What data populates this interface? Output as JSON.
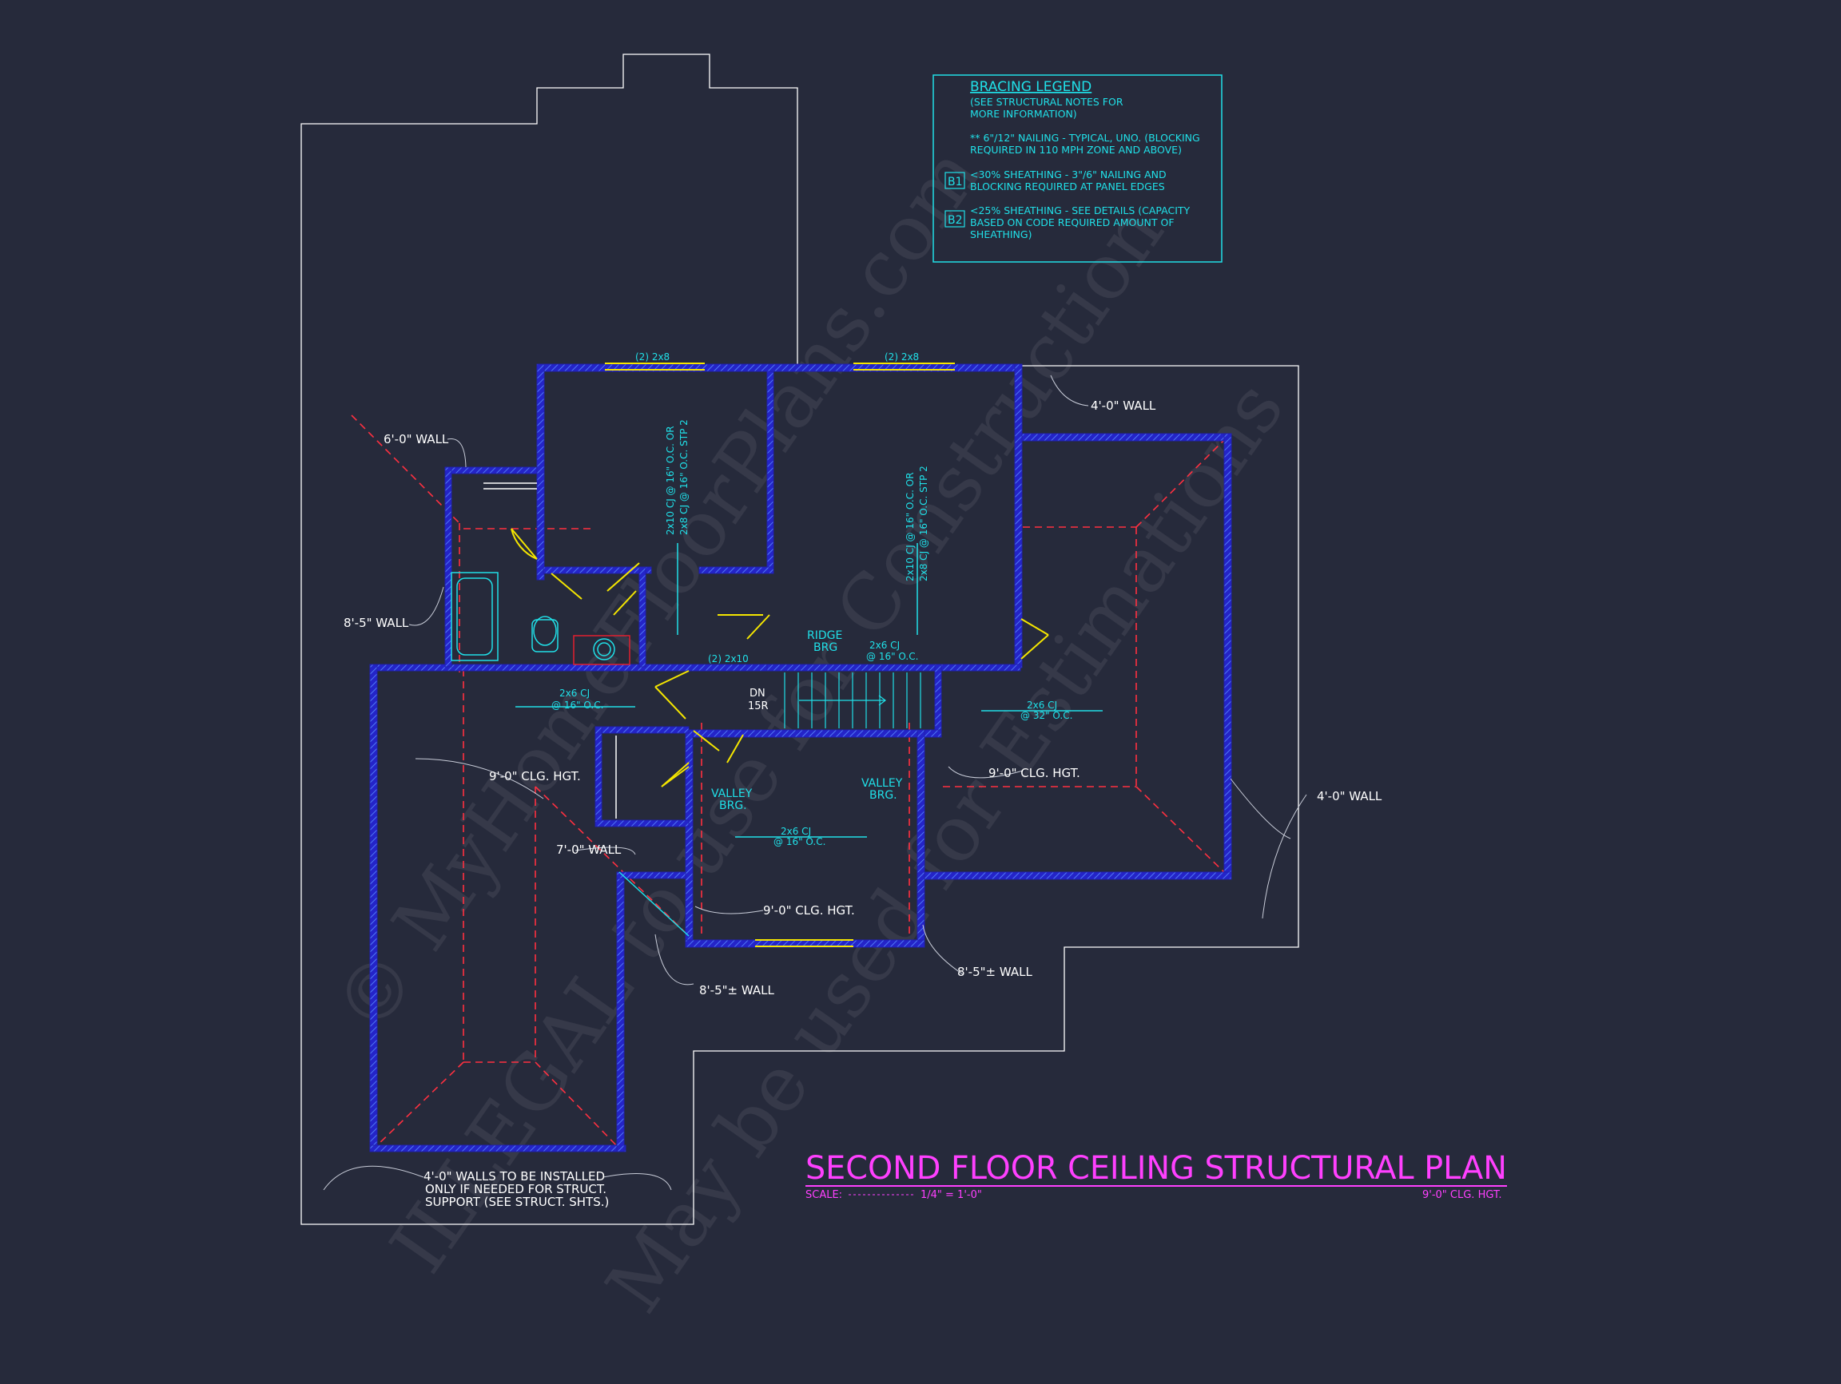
{
  "colors": {
    "background": "#262a3b",
    "wall": "#2424c8",
    "wall_hatch": "#3a6cff",
    "cyan": "#20e0e8",
    "red_dashed": "#ff3040",
    "yellow": "#f5e600",
    "magenta": "#ff40ff",
    "outline": "#ffffff"
  },
  "legend": {
    "title": "BRACING LEGEND",
    "note1": "(SEE STRUCTURAL NOTES FOR",
    "note2": "MORE INFORMATION)",
    "item1a": "** 6\"/12\" NAILING - TYPICAL, UNO. (BLOCKING",
    "item1b": "REQUIRED IN 110 MPH ZONE AND ABOVE)",
    "b1_tag": "B1",
    "b1a": "<30% SHEATHING - 3\"/6\" NAILING AND",
    "b1b": "BLOCKING REQUIRED AT PANEL EDGES",
    "b2_tag": "B2",
    "b2a": "<25% SHEATHING - SEE DETAILS (CAPACITY",
    "b2b": "BASED ON CODE REQUIRED AMOUNT OF",
    "b2c": "SHEATHING)"
  },
  "title_block": {
    "title": "SECOND FLOOR CEILING STRUCTURAL PLAN",
    "scale_label": "SCALE:",
    "scale_value": "1/4\" = 1'-0\"",
    "ceiling": "9'-0\" CLG. HGT."
  },
  "labels": {
    "wall_6_0": "6'-0\" WALL",
    "wall_8_5": "8'-5\" WALL",
    "wall_4_0_top": "4'-0\" WALL",
    "wall_4_0_right": "4'-0\" WALL",
    "wall_7_0": "7'-0\" WALL",
    "wall_8_5_pm_a": "8'-5\"± WALL",
    "wall_8_5_pm_b": "8'-5\"± WALL",
    "clg_left": "9'-0\" CLG. HGT.",
    "clg_right": "9'-0\" CLG. HGT.",
    "clg_bottom": "9'-0\" CLG. HGT.",
    "note_a": "4'-0\" WALLS TO BE INSTALLED",
    "note_b": "ONLY IF NEEDED FOR STRUCT.",
    "note_c": "SUPPORT (SEE STRUCT. SHTS.)"
  },
  "structural": {
    "header_left": "(2) 2x8",
    "header_right": "(2) 2x8",
    "header_mid": "(2) 2x10",
    "cj_left_a": "2x10 CJ @ 16\" O.C. OR",
    "cj_left_b": "2x8 CJ @ 16\" O.C. STP 2",
    "cj_right_a": "2x10 CJ @ 16\" O.C. OR",
    "cj_right_b": "2x8 CJ @ 16\" O.C. STP 2",
    "ridge_a": "RIDGE",
    "ridge_b": "BRG",
    "cj_stair_a": "2x6 CJ",
    "cj_stair_b": "@ 16\" O.C.",
    "cj_west_a": "2x6 CJ",
    "cj_west_b": "@ 16\" O.C.",
    "cj_east_a": "2x6 CJ",
    "cj_east_b": "@ 32\" O.C.",
    "cj_south_a": "2x6 CJ",
    "cj_south_b": "@ 16\" O.C.",
    "valley_l_a": "VALLEY",
    "valley_l_b": "BRG.",
    "valley_r_a": "VALLEY",
    "valley_r_b": "BRG.",
    "stair_dn": "DN",
    "stair_risers": "15R"
  },
  "watermark": {
    "line1": "© MyHomeFloorPlans.com",
    "line2": "ILLEGAL to use for Construction",
    "line3": "May be used for Estimations"
  }
}
